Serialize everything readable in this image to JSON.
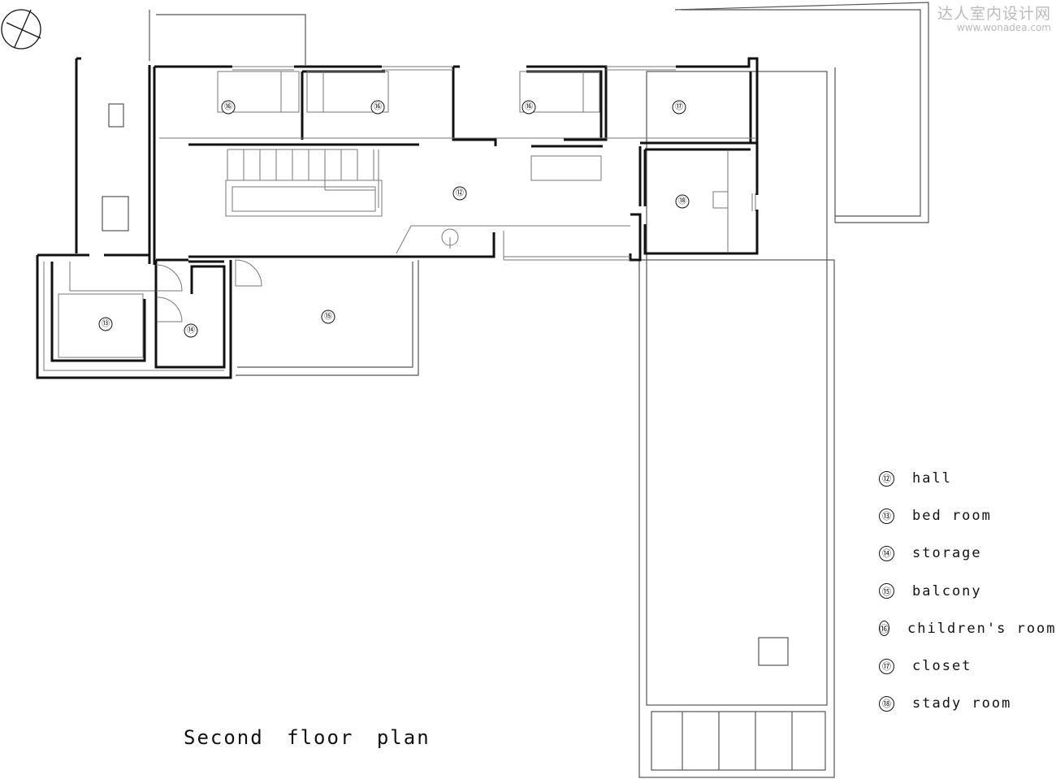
{
  "watermark": {
    "name": "达人室内设计网",
    "url": "www.wonadea.com"
  },
  "title": "Second floor plan",
  "room_labels": {
    "hall": "⑫",
    "bedroom": "⑬",
    "storage": "⑭",
    "balcony": "⑮",
    "childrens_room": "⑯",
    "closet": "⑰",
    "study": "⑱"
  },
  "legend": [
    {
      "num": "⑫",
      "text": "hall"
    },
    {
      "num": "⑬",
      "text": "bed room"
    },
    {
      "num": "⑭",
      "text": "storage"
    },
    {
      "num": "⑮",
      "text": "balcony"
    },
    {
      "num": "⑯",
      "text": "children's room"
    },
    {
      "num": "⑰",
      "text": "closet"
    },
    {
      "num": "⑱",
      "text": "stady room"
    }
  ],
  "colors": {
    "wall": "#111111",
    "background": "#ffffff",
    "watermark": "#bbbbbb"
  },
  "icons": {
    "north": "north-arrow-icon"
  }
}
